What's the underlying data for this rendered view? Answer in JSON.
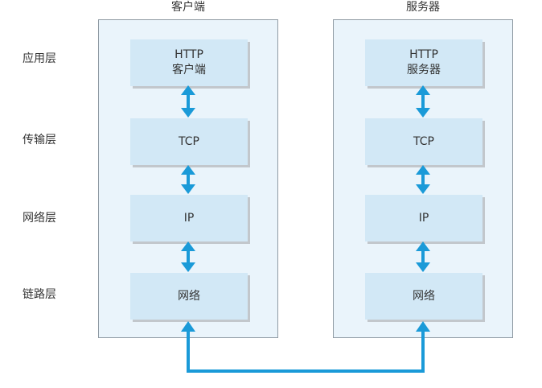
{
  "columns": {
    "client_title": "客户端",
    "server_title": "服务器"
  },
  "layers": [
    {
      "label": "应用层",
      "client_line1": "HTTP",
      "client_line2": "客户端",
      "server_line1": "HTTP",
      "server_line2": "服务器"
    },
    {
      "label": "传输层",
      "client_line1": "TCP",
      "client_line2": "",
      "server_line1": "TCP",
      "server_line2": ""
    },
    {
      "label": "网络层",
      "client_line1": "IP",
      "client_line2": "",
      "server_line1": "IP",
      "server_line2": ""
    },
    {
      "label": "链路层",
      "client_line1": "网络",
      "client_line2": "",
      "server_line1": "网络",
      "server_line2": ""
    }
  ],
  "colors": {
    "arrow": "#1a9ad8",
    "panel_bg": "#eaf4fb",
    "box_bg": "#d2e8f6"
  }
}
